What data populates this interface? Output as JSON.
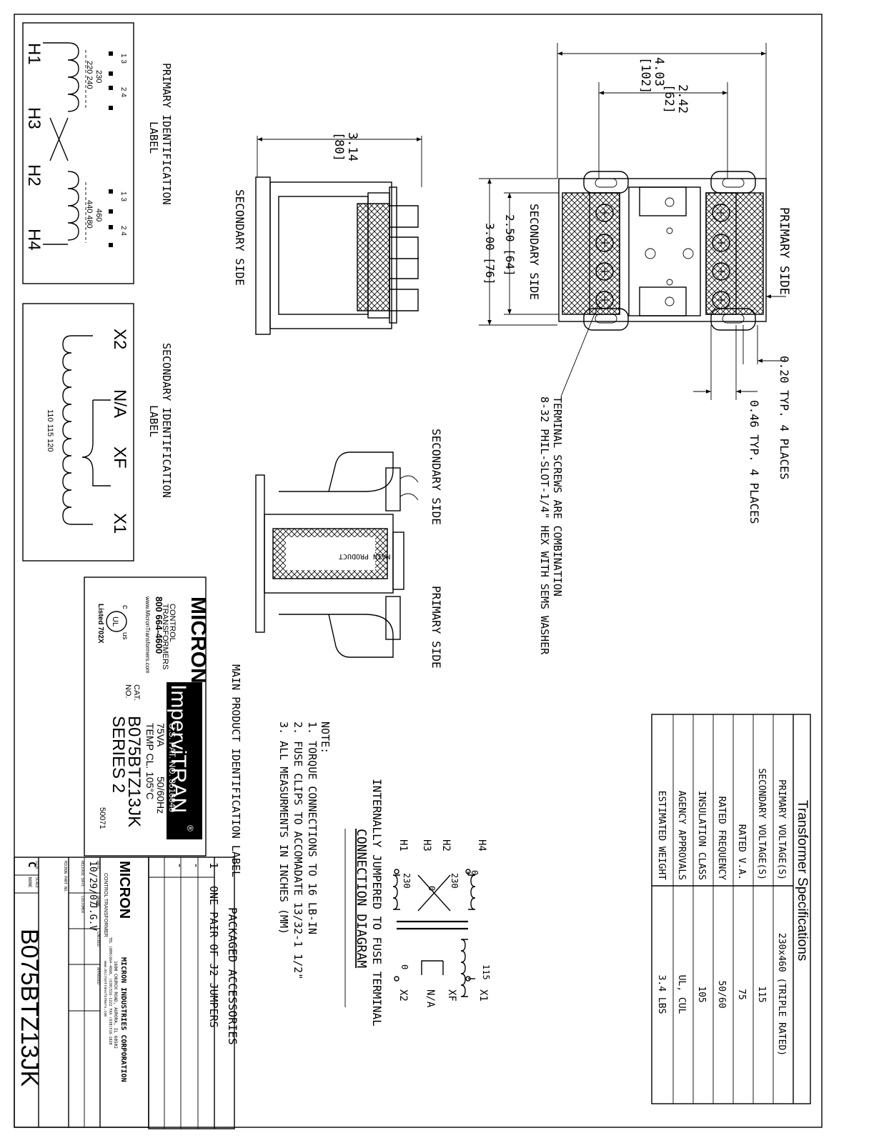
{
  "dimensions": {
    "overall_width": "4.03",
    "overall_width_mm": "[102]",
    "mount_spacing": "2.42",
    "mount_spacing_mm": "[62]",
    "depth": "3.14",
    "depth_mm": "[80]",
    "height_inner": "2.50 [64]",
    "height_outer": "3.00 [76]",
    "slot_width": "0.20 TYP. 4 PLACES",
    "slot_length": "0.46 TYP. 4 PLACES"
  },
  "views": {
    "primary_side": "PRIMARY SIDE",
    "secondary_side": "SECONDARY SIDE",
    "primary_label": "PRIMARY IDENTIFICATION LABEL",
    "secondary_label": "SECONDARY IDENTIFICATION LABEL",
    "main_label": "MAIN PRODUCT IDENTIFICATION LABEL",
    "terminal_note_1": "TERMINAL SCREWS ARE COMBINATION",
    "terminal_note_2": "8-32 PHIL-SLOT-1/4\" HEX WITH SEMS WASHER"
  },
  "primary_label_panel": {
    "title_1": "PRIMARY IDENTIFICATION",
    "title_2": "LABEL",
    "h1": "H1",
    "h3": "H3",
    "h2": "H2",
    "h4": "H4",
    "upper_volts": "230",
    "upper_range": "220 240",
    "lower_volts": "460",
    "lower_range": "440 480",
    "tap_13": "1 3",
    "tap_24": "2 4"
  },
  "secondary_label_panel": {
    "title_1": "SECONDARY IDENTIFICATION",
    "title_2": "LABEL",
    "x2": "X2",
    "na": "N/A",
    "xf": "XF",
    "x1": "X1",
    "range": "110 115 120"
  },
  "product_label": {
    "brand": "MICRON",
    "brand_sub_1": "CONTROL",
    "brand_sub_2": "TRANSFORMERS",
    "phone": "800 664-4600",
    "web": "www.MicronTransformers.com",
    "product": "ImperviTRAN",
    "patent": "U.S. PAT. NO. 3516040",
    "va": "75VA",
    "hz": "50/60Hz",
    "temp": "TEMP CL. 105°C",
    "cat_label": "CAT.",
    "no_label": "NO.",
    "cat_no": "B075BTZ13JK",
    "series": "SERIES 2",
    "code": "50071",
    "listed": "Listed 702X",
    "ul_c": "c",
    "ul_us": "us",
    "ul_mark": "UL"
  },
  "specifications": {
    "title": "Transformer Specifications",
    "rows": [
      {
        "label": "PRIMARY VOLTAGE(S)",
        "value": "230x460 (TRIPLE RATED)"
      },
      {
        "label": "SECONDARY VOLTAGE(S)",
        "value": "115"
      },
      {
        "label": "RATED V.A.",
        "value": "75"
      },
      {
        "label": "RATED FREQUENCY",
        "value": "50/60"
      },
      {
        "label": "INSULATION CLASS",
        "value": "105"
      },
      {
        "label": "AGENCY APPROVALS",
        "value": "UL, CUL"
      },
      {
        "label": "ESTIMATED WEIGHT",
        "value": "3.4 LBS"
      }
    ]
  },
  "connection_diagram": {
    "title_1": "INTERNALLY JUMPERED TO FUSE TERMINAL",
    "title_2": "CONNECTION DIAGRAM",
    "h4": "H4",
    "h2": "H2",
    "h3": "H3",
    "h1": "H1",
    "x1": "X1",
    "xf": "XF",
    "na": "N/A",
    "x2": "X2",
    "v230a": "230",
    "v230b": "230",
    "zero_a": "0",
    "zero_b": "0",
    "zero_c": "0",
    "v115": "115"
  },
  "notes": {
    "heading": "NOTE:",
    "items": [
      "1. TORQUE CONNECTIONS TO 16 LB-IN",
      "2. FUSE CLIPS TO ACCOMADATE 13/32-1 1/2\"",
      "3. ALL MEASURMENTS IN INCHES (MM)"
    ]
  },
  "accessories": {
    "title": "PACKAGED ACCESSORIES",
    "rows": [
      {
        "qty": "1",
        "desc": "ONE PAIR OF J2 JUMPERS"
      },
      {
        "qty": "-",
        "desc": ""
      },
      {
        "qty": "-",
        "desc": ""
      }
    ]
  },
  "title_block": {
    "company": "MICRON INDUSTRIES CORPORATION",
    "address": "1600 CHURCH ROAD, AURORA, IL 60502",
    "contact": "TEL (800)664-4660, (630)516-1222 FAX (630)516-1820",
    "web": "www.microntransformers.com",
    "logo": "MICRON",
    "logo_sub": "CONTROL TRANSFORMER",
    "date_label": "DATE",
    "date": "10/29/07",
    "release_label": "RELEASE DATE",
    "drawn_label": "DRAWN",
    "drawn": "J.G.V",
    "customer_label": "CUSTOMER",
    "checked_label": "CHECKED",
    "approved_label": "APPROVED",
    "part_label": "MICRON PART NO.",
    "size_label": "SIZE",
    "size": "C",
    "scale_label": "SCALE",
    "scale": "NONE",
    "part_no": "B075BTZ13JK"
  }
}
